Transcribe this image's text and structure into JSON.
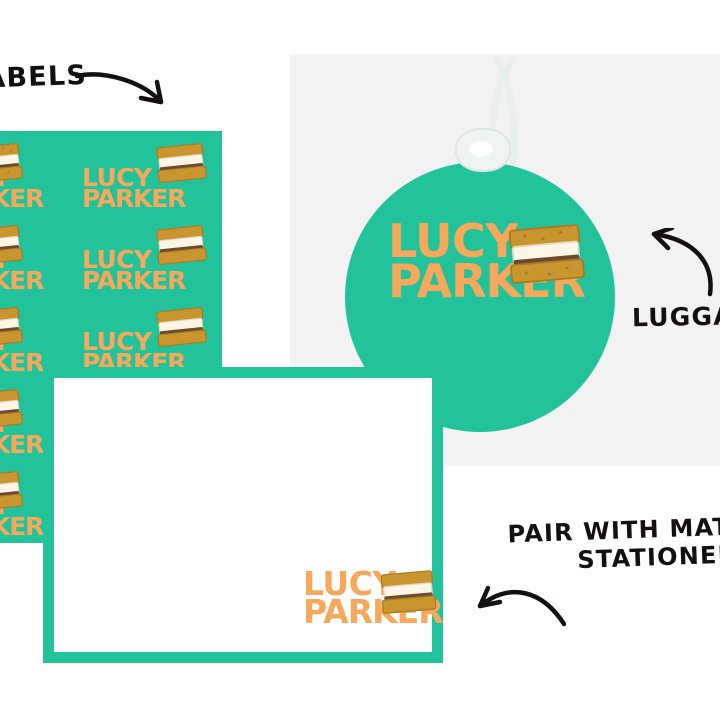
{
  "product": {
    "brand_name_line1": "LUCY",
    "brand_name_line2": "PARKER",
    "theme_colors": {
      "teal": "#22c29a",
      "orange": "#f6a95c",
      "backdrop_grey": "#f2f2f2",
      "ink": "#14100f",
      "graham_cracker": "#c9952f",
      "marshmallow": "#fdf6e7",
      "chocolate": "#6b4a2f"
    },
    "icon": "smore-icon"
  },
  "annotations": {
    "labels": "LABELS",
    "luggage": "LUGGAGE",
    "pair_line1": "PAIR WITH MATCHING",
    "pair_line2": "STATIONERY"
  },
  "label_sheet": {
    "name_repeat_count": 10,
    "rows": 5,
    "columns": 2
  },
  "stationery": {
    "name_line1": "LUCY",
    "name_line2": "PARKER"
  },
  "luggage_tag": {
    "name_line1": "LUCY",
    "name_line2": "PARKER",
    "shape": "circle",
    "has_strap": true
  }
}
